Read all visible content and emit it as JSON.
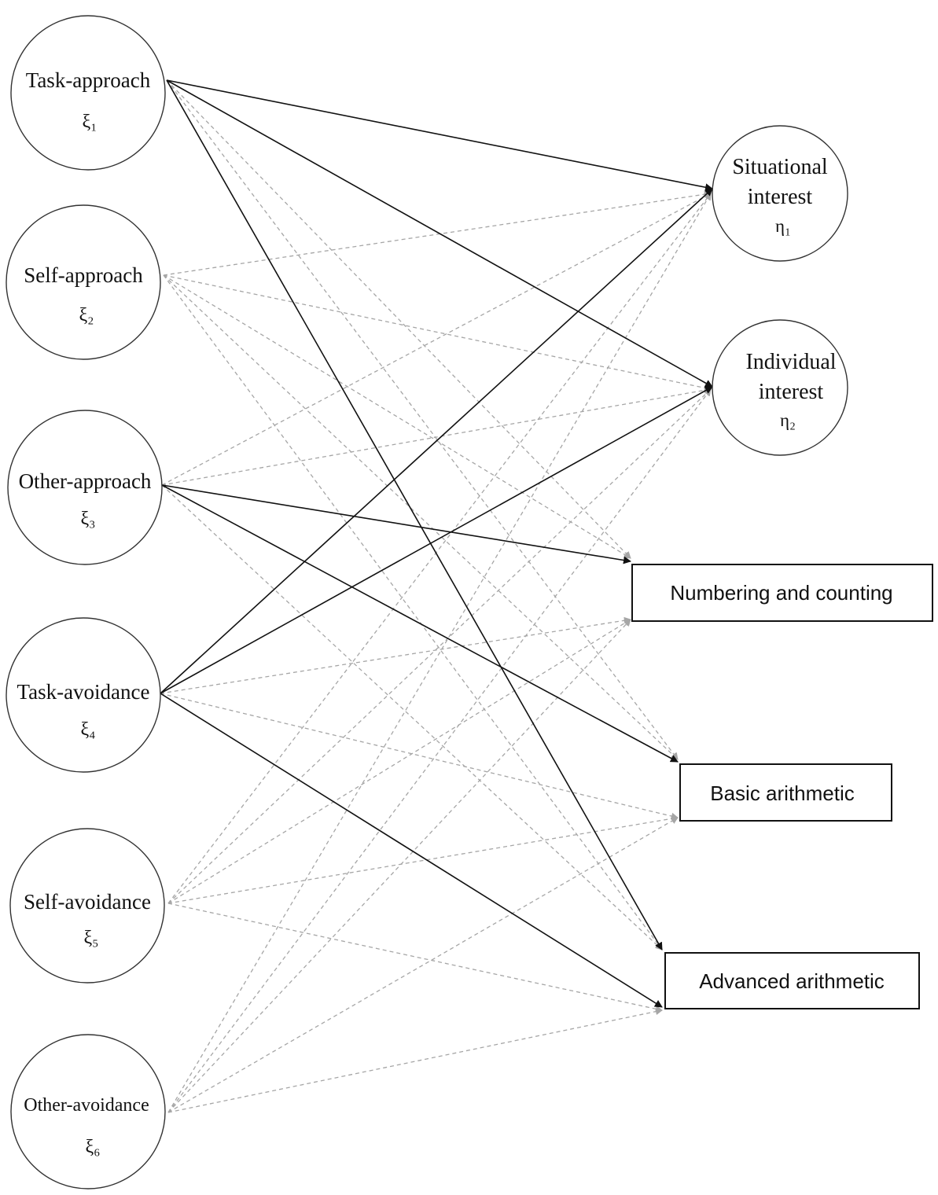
{
  "nodes": {
    "task_approach": {
      "label": "Task-approach",
      "symbol": "ξ₁"
    },
    "self_approach": {
      "label": "Self-approach",
      "symbol": "ξ₂"
    },
    "other_approach": {
      "label": "Other-approach",
      "symbol": "ξ₃"
    },
    "task_avoidance": {
      "label": "Task-avoidance",
      "symbol": "ξ₄"
    },
    "self_avoidance": {
      "label": "Self-avoidance",
      "symbol": "ξ₅"
    },
    "other_avoidance": {
      "label": "Other-avoidance",
      "symbol": "ξ₆"
    },
    "situational_interest": {
      "label_line1": "Situational",
      "label_line2": "interest",
      "symbol": "η₁"
    },
    "individual_interest": {
      "label_line1": "Individual",
      "label_line2": "interest",
      "symbol": "η₂"
    },
    "numbering_counting": {
      "label": "Numbering and counting"
    },
    "basic_arithmetic": {
      "label": "Basic arithmetic"
    },
    "advanced_arithmetic": {
      "label": "Advanced arithmetic"
    }
  },
  "edges": {
    "significant": [
      [
        "task_approach",
        "situational_interest"
      ],
      [
        "task_approach",
        "individual_interest"
      ],
      [
        "task_approach",
        "advanced_arithmetic"
      ],
      [
        "other_approach",
        "numbering_counting"
      ],
      [
        "other_approach",
        "basic_arithmetic"
      ],
      [
        "task_avoidance",
        "situational_interest"
      ],
      [
        "task_avoidance",
        "individual_interest"
      ],
      [
        "task_avoidance",
        "advanced_arithmetic"
      ]
    ],
    "nonsignificant": [
      [
        "task_approach",
        "numbering_counting"
      ],
      [
        "task_approach",
        "basic_arithmetic"
      ],
      [
        "self_approach",
        "situational_interest"
      ],
      [
        "self_approach",
        "individual_interest"
      ],
      [
        "self_approach",
        "numbering_counting"
      ],
      [
        "self_approach",
        "basic_arithmetic"
      ],
      [
        "self_approach",
        "advanced_arithmetic"
      ],
      [
        "other_approach",
        "situational_interest"
      ],
      [
        "other_approach",
        "individual_interest"
      ],
      [
        "other_approach",
        "advanced_arithmetic"
      ],
      [
        "task_avoidance",
        "numbering_counting"
      ],
      [
        "task_avoidance",
        "basic_arithmetic"
      ],
      [
        "self_avoidance",
        "situational_interest"
      ],
      [
        "self_avoidance",
        "individual_interest"
      ],
      [
        "self_avoidance",
        "numbering_counting"
      ],
      [
        "self_avoidance",
        "basic_arithmetic"
      ],
      [
        "self_avoidance",
        "advanced_arithmetic"
      ],
      [
        "other_avoidance",
        "situational_interest"
      ],
      [
        "other_avoidance",
        "individual_interest"
      ],
      [
        "other_avoidance",
        "numbering_counting"
      ],
      [
        "other_avoidance",
        "basic_arithmetic"
      ],
      [
        "other_avoidance",
        "advanced_arithmetic"
      ]
    ]
  },
  "colors": {
    "significant_edge": "#111111",
    "nonsignificant_edge": "#a6a6a6"
  }
}
